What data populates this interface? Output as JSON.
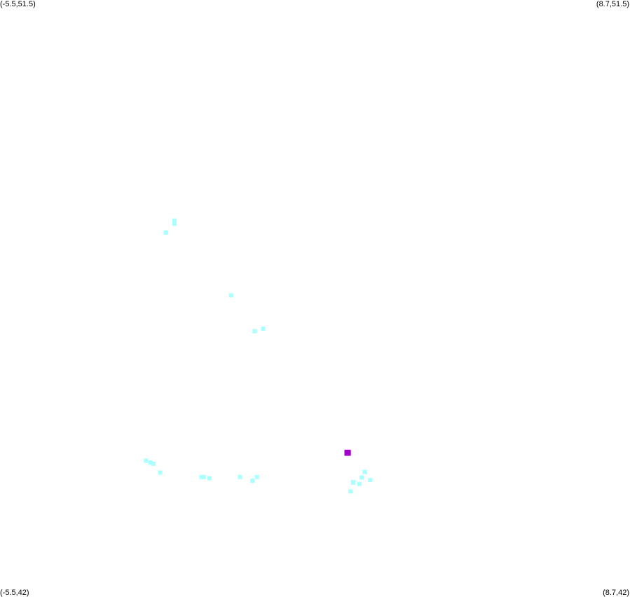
{
  "corners": {
    "top_left": "(-5.5,51.5)",
    "top_right": "(8.7,51.5)",
    "bottom_left": "(-5.5,42)",
    "bottom_right": "(8.7,42)"
  },
  "colors": {
    "background": "#ffffff",
    "secondary_points": "#aaffff",
    "highlight_point": "#a000c8"
  },
  "bounds": {
    "lon": [
      -5.5,
      8.7
    ],
    "lat": [
      42,
      51.5
    ]
  },
  "map_data": {
    "secondary_points": [
      [
        -1.57,
        47.99
      ],
      [
        -1.57,
        47.94
      ],
      [
        -1.76,
        47.8
      ],
      [
        -0.29,
        46.8
      ],
      [
        0.24,
        46.23
      ],
      [
        0.43,
        46.27
      ],
      [
        -2.21,
        44.17
      ],
      [
        -2.11,
        44.14
      ],
      [
        -2.04,
        44.12
      ],
      [
        -1.89,
        43.98
      ],
      [
        -0.96,
        43.91
      ],
      [
        -0.91,
        43.91
      ],
      [
        -0.78,
        43.89
      ],
      [
        -0.09,
        43.91
      ],
      [
        0.29,
        43.91
      ],
      [
        0.19,
        43.85
      ],
      [
        2.46,
        43.82
      ],
      [
        2.46,
        43.83
      ],
      [
        2.6,
        43.8
      ],
      [
        2.65,
        43.9
      ],
      [
        2.72,
        43.99
      ],
      [
        2.84,
        43.86
      ],
      [
        2.4,
        43.68
      ]
    ],
    "highlight_points": [
      [
        2.31,
        44.31
      ],
      [
        2.36,
        44.31
      ],
      [
        2.31,
        44.28
      ],
      [
        2.36,
        44.28
      ]
    ]
  }
}
